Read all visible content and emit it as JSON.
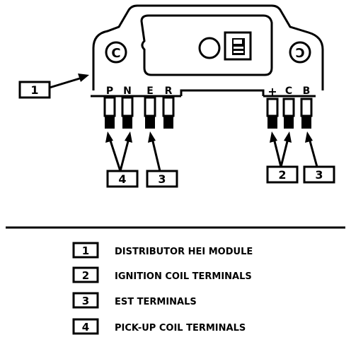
{
  "module": {
    "left_symbol": "C",
    "right_symbol": "C",
    "terminal_labels_left": [
      "P",
      "N",
      "E",
      "R"
    ],
    "terminal_labels_right": [
      "+",
      "C",
      "B"
    ]
  },
  "callouts": {
    "module": "1",
    "pickup_coil": "4",
    "est_left": "3",
    "ignition_coil": "2",
    "est_right": "3"
  },
  "legend": [
    {
      "number": "1",
      "text": "DISTRIBUTOR HEI MODULE"
    },
    {
      "number": "2",
      "text": "IGNITION COIL TERMINALS"
    },
    {
      "number": "3",
      "text": "EST TERMINALS"
    },
    {
      "number": "4",
      "text": "PICK-UP COIL TERMINALS"
    }
  ]
}
